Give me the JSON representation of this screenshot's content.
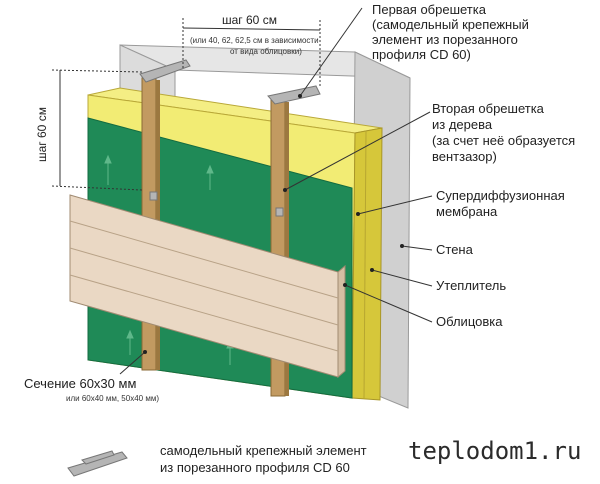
{
  "labels": {
    "step_top": "шаг 60 см",
    "step_top_note_1": "(или 40, 62, 62,5 см в зависимости",
    "step_top_note_2": "от вида облицовки)",
    "step_left": "шаг 60 см",
    "first_lathing": [
      "Первая обрешетка",
      "(самодельный крепежный",
      "элемент из порезанного",
      "профиля CD 60)"
    ],
    "second_lathing": [
      "Вторая обрешетка",
      "из дерева",
      "(за счет неё образуется",
      "вентзазор)"
    ],
    "membrane": [
      "Супердиффузионная",
      "мембрана"
    ],
    "wall": "Стена",
    "insulation": "Утеплитель",
    "cladding": "Облицовка",
    "section": "Сечение 60х30 мм",
    "section_note": "или 60х40 мм, 50х40 мм)",
    "legend": [
      "самодельный крепежный элемент",
      "из порезанного профиля CD 60"
    ],
    "watermark": "teplodom1.ru"
  },
  "colors": {
    "wall_front": "#dcdcdc",
    "wall_side": "#c8c8c8",
    "insulation": "#f2ec74",
    "insulation_side": "#d6c73a",
    "membrane": "#1f8a57",
    "wood": "#c29a61",
    "wood_dark": "#9c7840",
    "cladding": "#ead8c4",
    "bracket": "#a9a9a9"
  }
}
